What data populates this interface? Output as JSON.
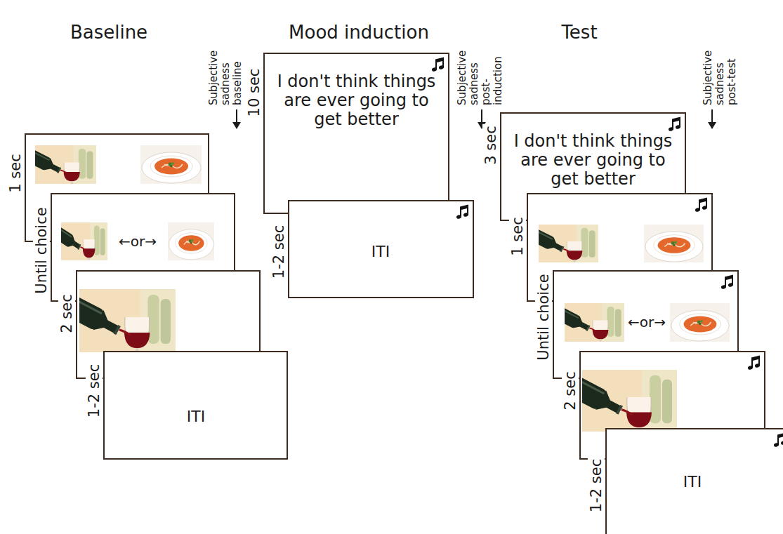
{
  "diagram": {
    "nodes": [
      {
        "text": [
          "1 sec"
        ]
      },
      {
        "text": [
          "Until choice",
          "←or→"
        ]
      },
      {
        "text": [
          "2 sec"
        ]
      },
      {
        "text": [
          "1-2 sec",
          "ITI"
        ]
      },
      {
        "text": [
          "10 sec",
          "I don't think things are ever going to get better"
        ]
      },
      {
        "text": [
          "1-2 sec",
          "ITI"
        ]
      },
      {
        "text": [
          "3 sec",
          "I don't think things are ever going to get better"
        ]
      },
      {
        "text": [
          "1 sec"
        ]
      },
      {
        "text": [
          "Until choice",
          "←or→"
        ]
      },
      {
        "text": [
          "2 sec"
        ]
      },
      {
        "text": [
          "1-2 sec",
          "ITI"
        ]
      }
    ],
    "labels": [
      "Baseline",
      "Subjective sadness baseline",
      "Mood induction",
      "Subjective sadness post-induction",
      "Test",
      "Subjective sadness post-test"
    ]
  }
}
